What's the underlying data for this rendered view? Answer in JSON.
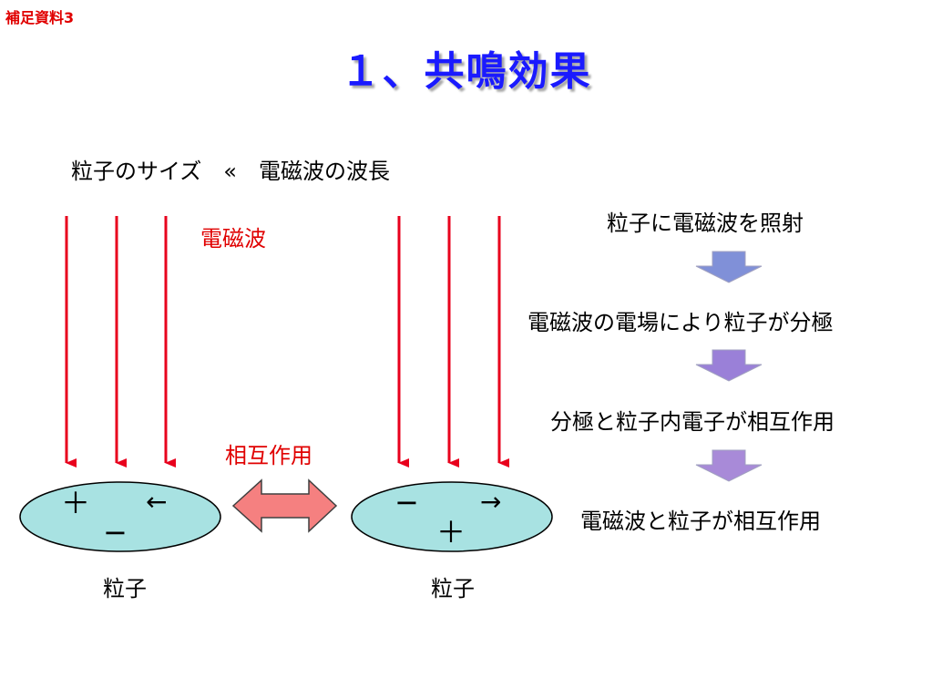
{
  "supplement_label": "補足資料3",
  "title": "１、共鳴効果",
  "condition": "粒子のサイズ　«　電磁波の波長",
  "em_wave_label": "電磁波",
  "interaction_label": "相互作用",
  "particle_left": {
    "sign_top": "＋",
    "sign_bottom": "−",
    "direction": "←",
    "label": "粒子"
  },
  "particle_right": {
    "sign_top": "−",
    "sign_bottom": "＋",
    "direction": "→",
    "label": "粒子"
  },
  "steps": [
    "粒子に電磁波を照射",
    "電磁波の電場により粒子が分極",
    "分極と粒子内電子が相互作用",
    "電磁波と粒子が相互作用"
  ],
  "colors": {
    "wave_arrow": "#e8001c",
    "particle_fill": "#a8e2e2",
    "double_arrow_fill": "#f58080",
    "title": "#1a1aff",
    "step_arrow_1": "#8090d8",
    "step_arrow_2": "#9a80d8",
    "step_arrow_3": "#a88ad8"
  }
}
